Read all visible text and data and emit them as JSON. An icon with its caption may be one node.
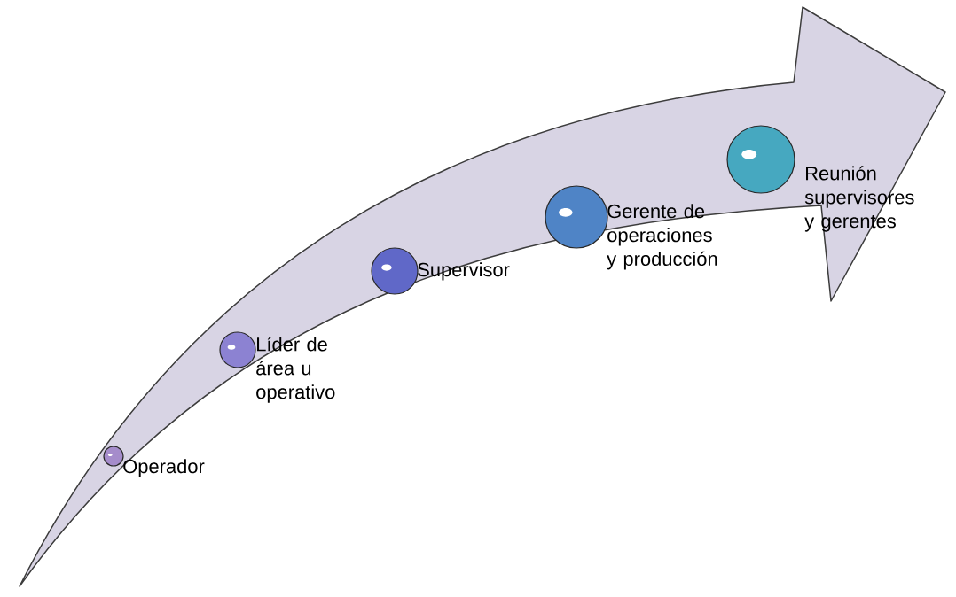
{
  "diagram": {
    "nodes": [
      {
        "text": [
          "Operador"
        ]
      },
      {
        "text": [
          "Líder de área u operativo"
        ]
      },
      {
        "text": [
          "Supervisor"
        ]
      },
      {
        "text": [
          "Gerente de operaciones y producción"
        ]
      },
      {
        "text": [
          "Reunión supervisores y gerentes"
        ]
      }
    ]
  }
}
